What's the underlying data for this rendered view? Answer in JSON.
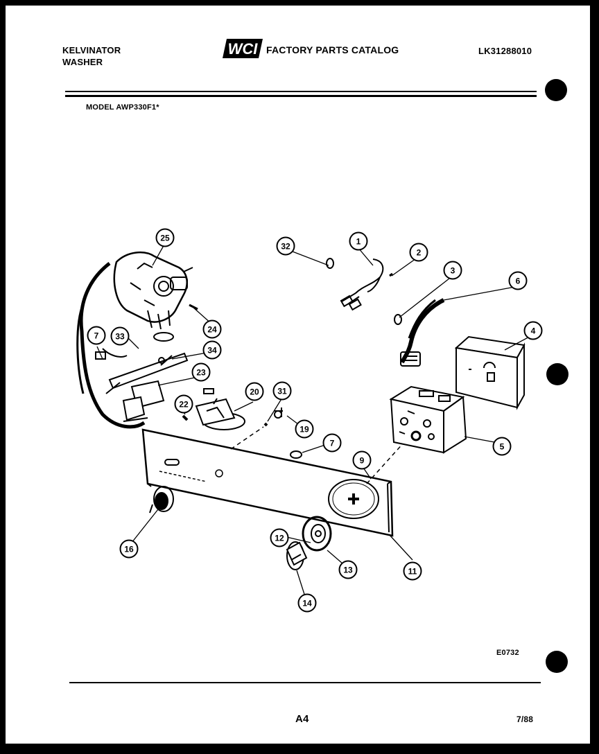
{
  "header": {
    "brand_line1": "KELVINATOR",
    "brand_line2": "WASHER",
    "logo_text": "WCI",
    "catalog_title": "FACTORY PARTS CATALOG",
    "catalog_number": "LK31288010",
    "model": "MODEL AWP330F1*"
  },
  "callouts": {
    "c1": "1",
    "c2": "2",
    "c3": "3",
    "c4": "4",
    "c5": "5",
    "c6": "6",
    "c7a": "7",
    "c7b": "7",
    "c9": "9",
    "c11": "11",
    "c12": "12",
    "c13": "13",
    "c14": "14",
    "c16": "16",
    "c19": "19",
    "c20": "20",
    "c22": "22",
    "c23": "23",
    "c24": "24",
    "c25": "25",
    "c31": "31",
    "c32": "32",
    "c33": "33",
    "c34": "34"
  },
  "footer": {
    "figure_id": "E0732",
    "page_label": "A4",
    "date": "7/88"
  },
  "colors": {
    "ink": "#000000",
    "paper": "#ffffff",
    "border": "#000000"
  },
  "icons": [
    "wci-logo",
    "punch-hole"
  ]
}
